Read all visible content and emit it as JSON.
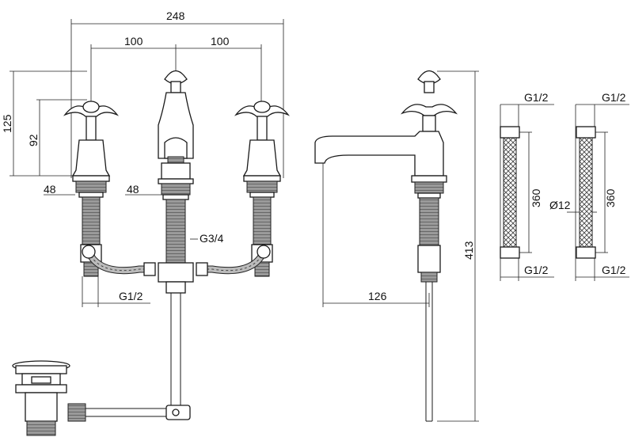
{
  "dimensions": {
    "overall_width": "248",
    "spacing_left": "100",
    "spacing_right": "100",
    "handle_height": "125",
    "body_height": "92",
    "thread_left": "48",
    "thread_center": "48",
    "outlet_thread": "G3/4",
    "inlet_thread": "G1/2",
    "spout_reach": "126",
    "total_height": "413",
    "hose_top_a": "G1/2",
    "hose_bottom_a": "G1/2",
    "hose_length_a": "360",
    "hose_top_b": "G1/2",
    "hose_bottom_b": "G1/2",
    "hose_length_b": "360",
    "hose_diameter": "Ø12"
  },
  "colors": {
    "line": "#1a1a1a",
    "fill": "#ffffff",
    "thread_shade": "#8a8a8a"
  }
}
